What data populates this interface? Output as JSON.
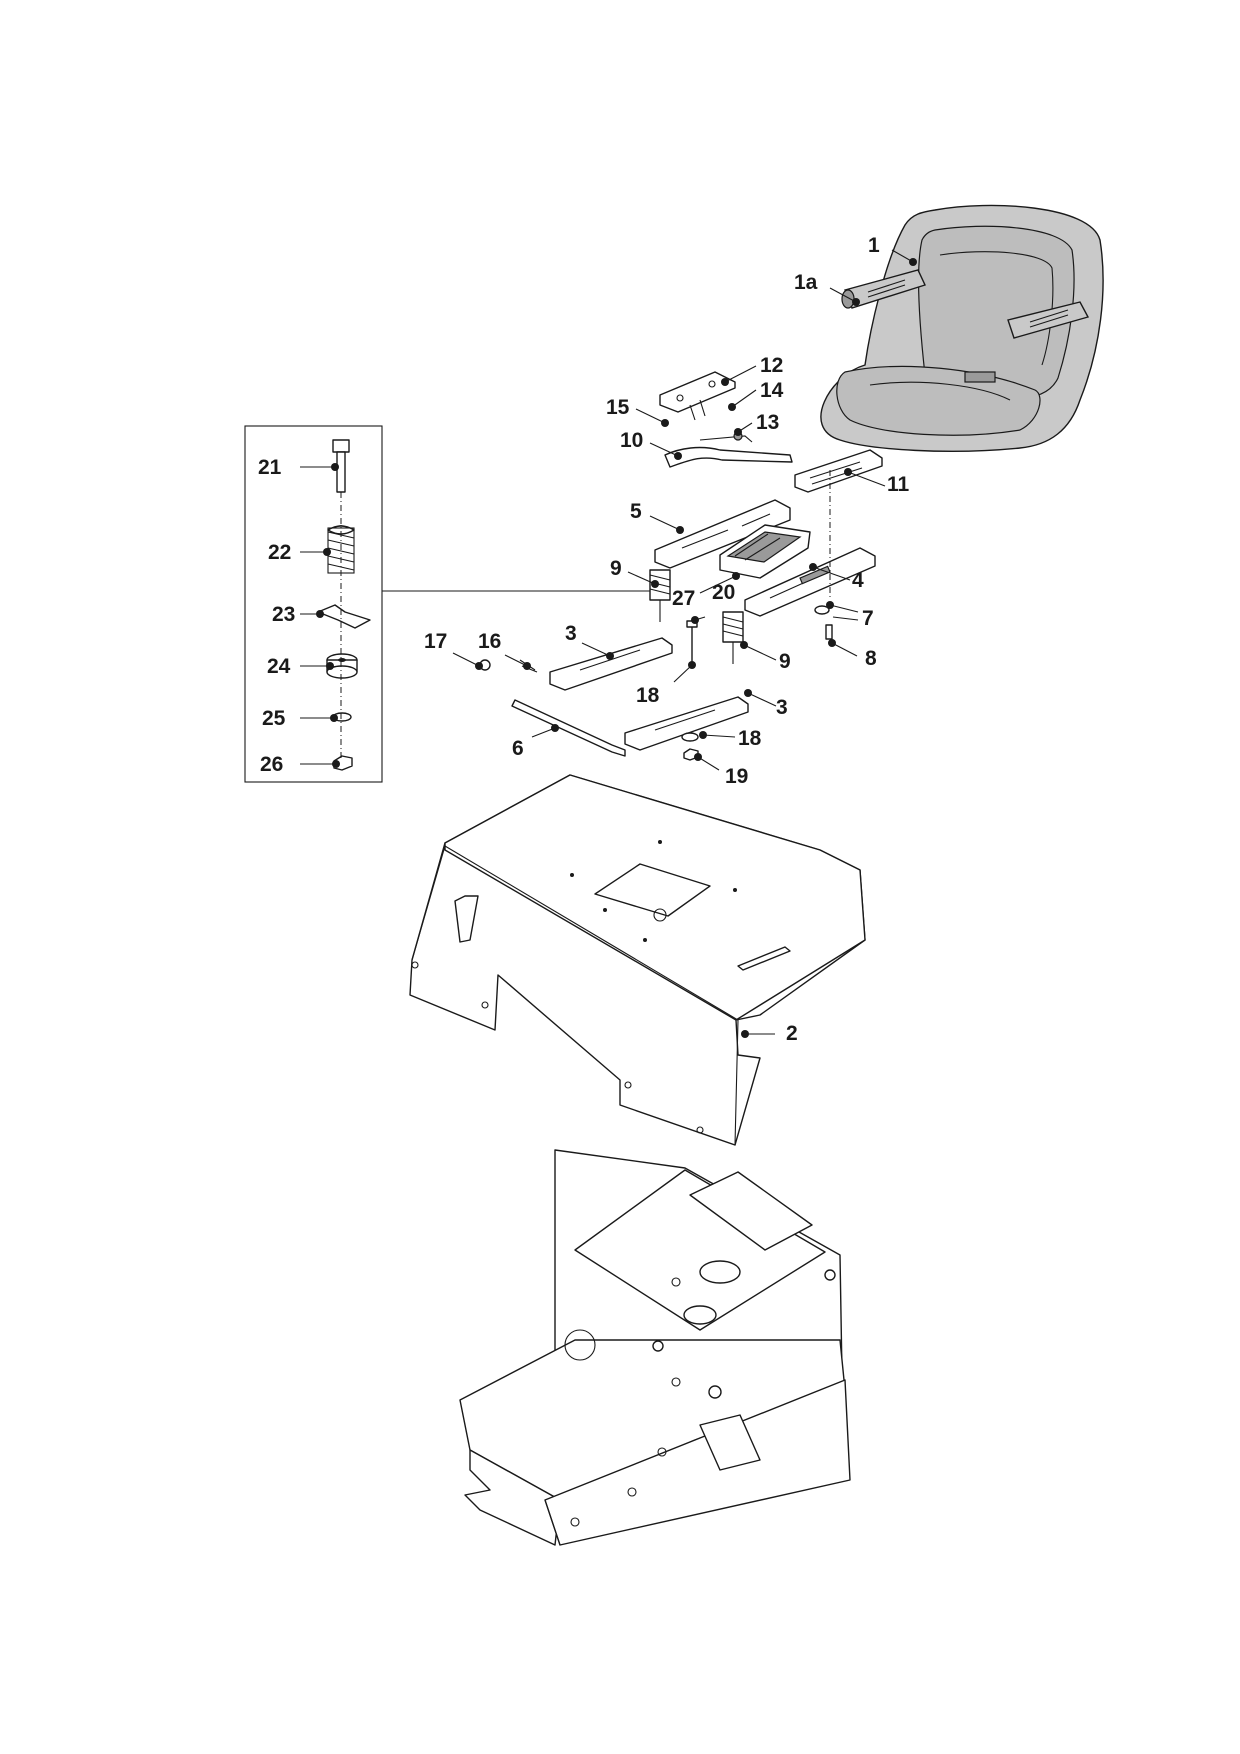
{
  "callouts": [
    {
      "id": "c1",
      "text": "1"
    },
    {
      "id": "c1a",
      "text": "1a"
    },
    {
      "id": "c2",
      "text": "2"
    },
    {
      "id": "c3a",
      "text": "3"
    },
    {
      "id": "c3b",
      "text": "3"
    },
    {
      "id": "c4",
      "text": "4"
    },
    {
      "id": "c5",
      "text": "5"
    },
    {
      "id": "c6",
      "text": "6"
    },
    {
      "id": "c7",
      "text": "7"
    },
    {
      "id": "c8",
      "text": "8"
    },
    {
      "id": "c9a",
      "text": "9"
    },
    {
      "id": "c9b",
      "text": "9"
    },
    {
      "id": "c10",
      "text": "10"
    },
    {
      "id": "c11",
      "text": "11"
    },
    {
      "id": "c12",
      "text": "12"
    },
    {
      "id": "c13",
      "text": "13"
    },
    {
      "id": "c14",
      "text": "14"
    },
    {
      "id": "c15",
      "text": "15"
    },
    {
      "id": "c16",
      "text": "16"
    },
    {
      "id": "c17",
      "text": "17"
    },
    {
      "id": "c18a",
      "text": "18"
    },
    {
      "id": "c18b",
      "text": "18"
    },
    {
      "id": "c19",
      "text": "19"
    },
    {
      "id": "c20",
      "text": "20"
    },
    {
      "id": "c21",
      "text": "21"
    },
    {
      "id": "c22",
      "text": "22"
    },
    {
      "id": "c23",
      "text": "23"
    },
    {
      "id": "c24",
      "text": "24"
    },
    {
      "id": "c25",
      "text": "25"
    },
    {
      "id": "c26",
      "text": "26"
    },
    {
      "id": "c27",
      "text": "27"
    }
  ],
  "fender_marking": "1",
  "colors": {
    "line": "#1a1a1a",
    "seat": "#c9c9c9",
    "background": "#ffffff"
  }
}
